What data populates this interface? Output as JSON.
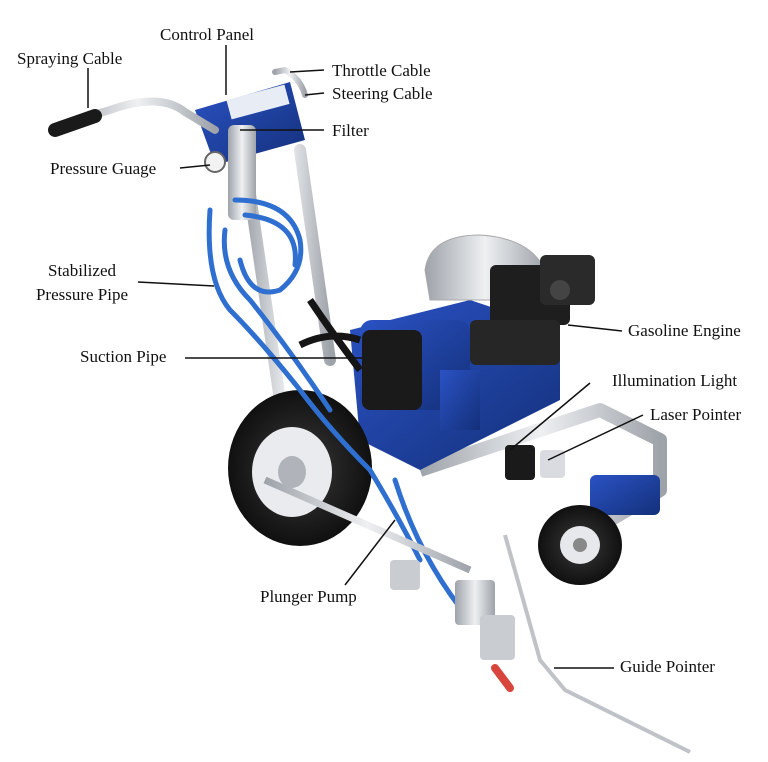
{
  "diagram": {
    "labels": {
      "spraying_cable": "Spraying Cable",
      "control_panel": "Control Panel",
      "throttle_cable": "Throttle Cable",
      "steering_cable": "Steering Cable",
      "filter": "Filter",
      "pressure_guage": "Pressure Guage",
      "stabilized_line1": "Stabilized",
      "stabilized_line2": "Pressure Pipe",
      "suction_pipe": "Suction Pipe",
      "gasoline_engine": "Gasoline Engine",
      "illumination_light": "Illumination Light",
      "laser_pointer": "Laser Pointer",
      "plunger_pump": "Plunger Pump",
      "guide_pointer": "Guide Pointer"
    },
    "colors": {
      "frame_blue": "#1f3fa0",
      "hose_blue": "#2f6fd0",
      "steel": "#c9ccd1",
      "tire": "#1b1b1b",
      "engine_white": "#eeeeee",
      "engine_black": "#202020",
      "leader": "#111111",
      "nozzle_red": "#d8453c"
    }
  }
}
